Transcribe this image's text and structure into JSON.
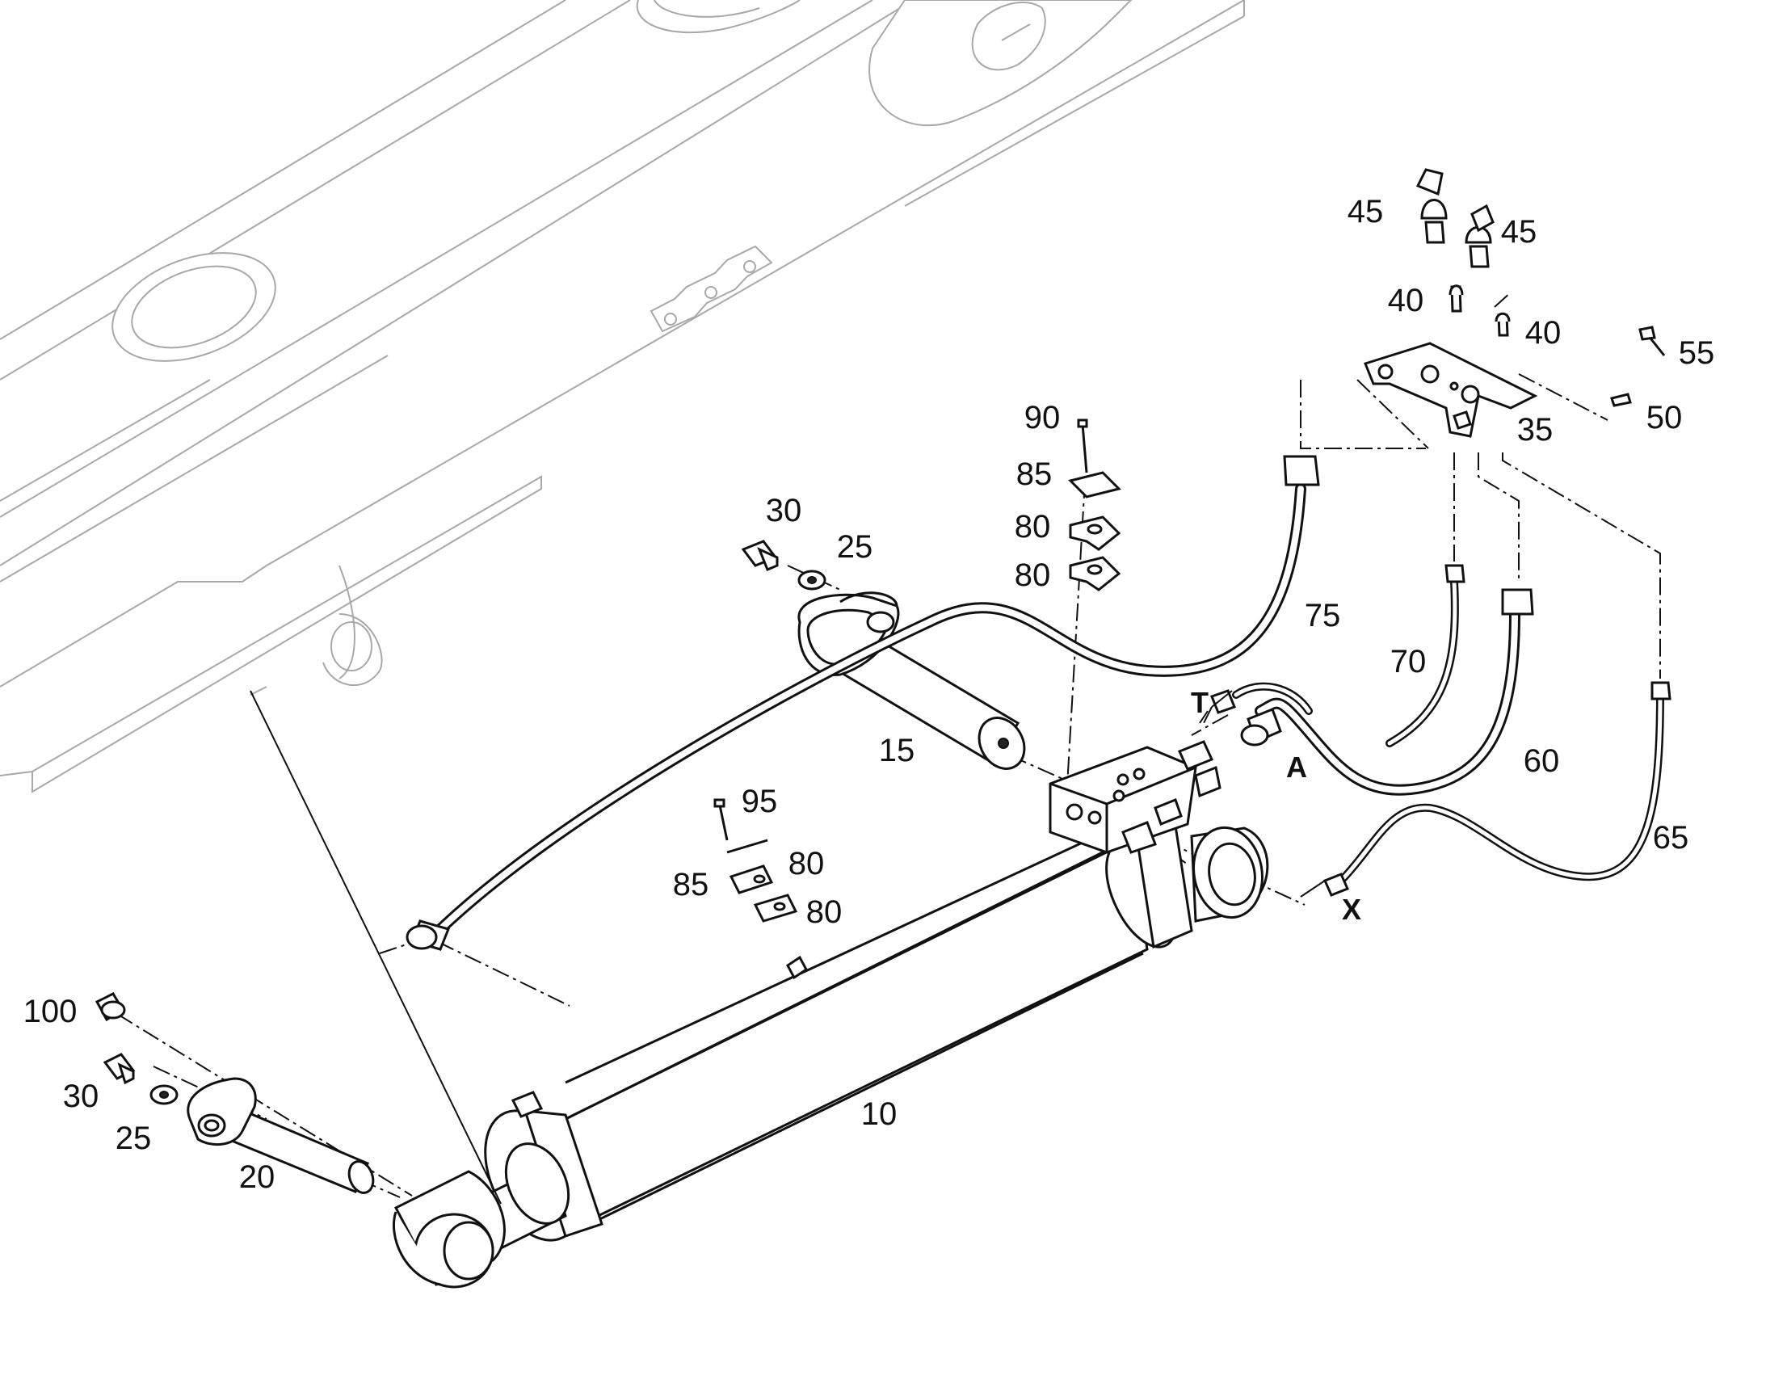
{
  "diagram": {
    "part_labels": [
      "10",
      "15",
      "20",
      "25",
      "25",
      "30",
      "30",
      "35",
      "40",
      "40",
      "45",
      "45",
      "50",
      "55",
      "60",
      "65",
      "70",
      "75",
      "80",
      "80",
      "80",
      "80",
      "85",
      "85",
      "90",
      "95",
      "100"
    ],
    "port_labels": [
      "T",
      "A",
      "X"
    ]
  }
}
